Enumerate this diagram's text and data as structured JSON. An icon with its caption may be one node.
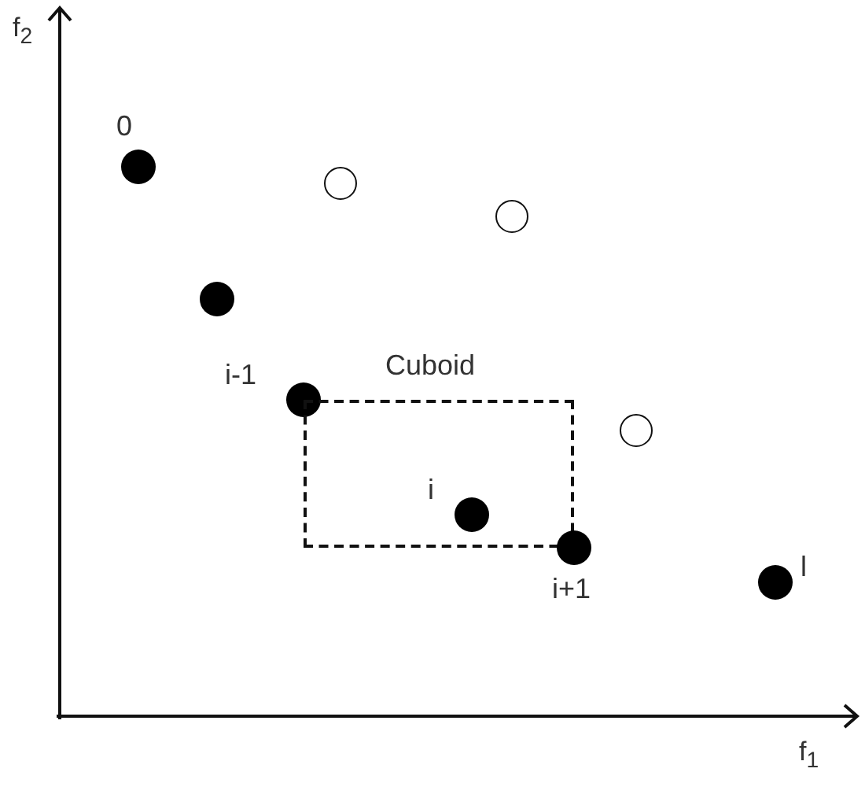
{
  "diagram": {
    "nodes": [
      {
        "text": [],
        "shape": "dot",
        "beside": [
          "0"
        ]
      },
      {
        "text": [],
        "shape": "circle"
      },
      {
        "text": [],
        "shape": "circle"
      },
      {
        "text": [],
        "shape": "dot"
      },
      {
        "text": [],
        "shape": "dot",
        "beside": [
          "i-1"
        ]
      },
      {
        "text": [
          "Cuboid"
        ]
      },
      {
        "text": [],
        "shape": "circle"
      },
      {
        "text": [],
        "shape": "dot",
        "beside": [
          "i"
        ],
        "in": 5
      },
      {
        "text": [],
        "shape": "dot",
        "beside": [
          "i+1"
        ]
      },
      {
        "text": [],
        "shape": "dot",
        "beside": [
          "l"
        ]
      }
    ],
    "edges": [],
    "labels": [
      "f$_{2}$",
      "f$_{1}$"
    ]
  }
}
